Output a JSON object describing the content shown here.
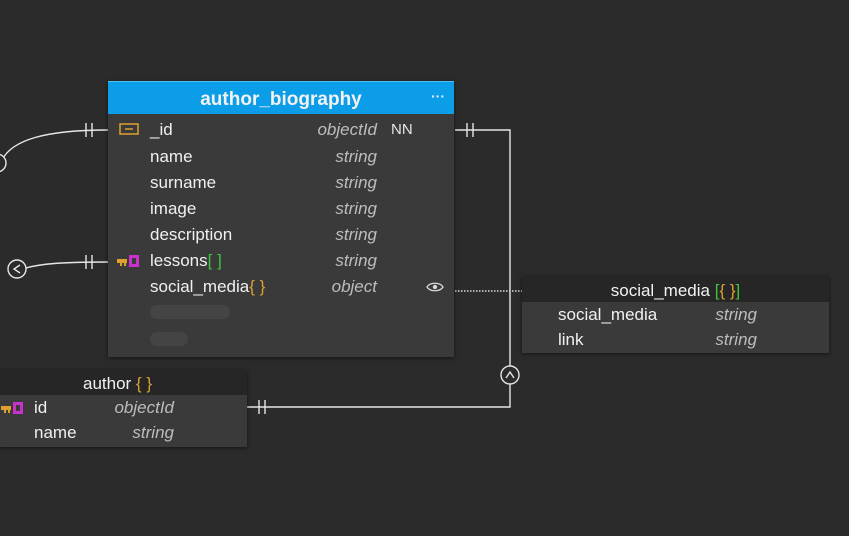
{
  "diagram": {
    "tables": {
      "author_biography": {
        "title": "author_biography",
        "menu": "···",
        "fields": [
          {
            "name": "_id",
            "type": "objectId",
            "nn": "NN",
            "icon": "primary-key-icon"
          },
          {
            "name": "name",
            "type": "string"
          },
          {
            "name": "surname",
            "type": "string"
          },
          {
            "name": "image",
            "type": "string"
          },
          {
            "name": "description",
            "type": "string"
          },
          {
            "name": "lessons",
            "bracket": "[ ]",
            "type": "string",
            "icon": "foreign-key-icon"
          },
          {
            "name": "social_media",
            "bracket": "{ }",
            "type": "object",
            "icon": "eye-icon"
          }
        ]
      },
      "social_media": {
        "title": "social_media",
        "bracket_open": "[",
        "bracket_inner": "{ }",
        "bracket_close": "]",
        "fields": [
          {
            "name": "social_media",
            "type": "string"
          },
          {
            "name": "link",
            "type": "string"
          }
        ]
      },
      "author": {
        "title": "author",
        "bracket": "{ }",
        "fields": [
          {
            "name": "id",
            "type": "objectId",
            "icon": "foreign-key-icon"
          },
          {
            "name": "name",
            "type": "string"
          }
        ]
      }
    },
    "colors": {
      "background": "#2b2b2b",
      "header_accent": "#0b9de8",
      "table_body": "#3a3a3a",
      "connector": "#e6e6e6",
      "array_bracket": "#3ec43e",
      "object_bracket": "#e0a030",
      "primary_key": "#e0a030",
      "foreign_key": "#c832c8"
    }
  }
}
